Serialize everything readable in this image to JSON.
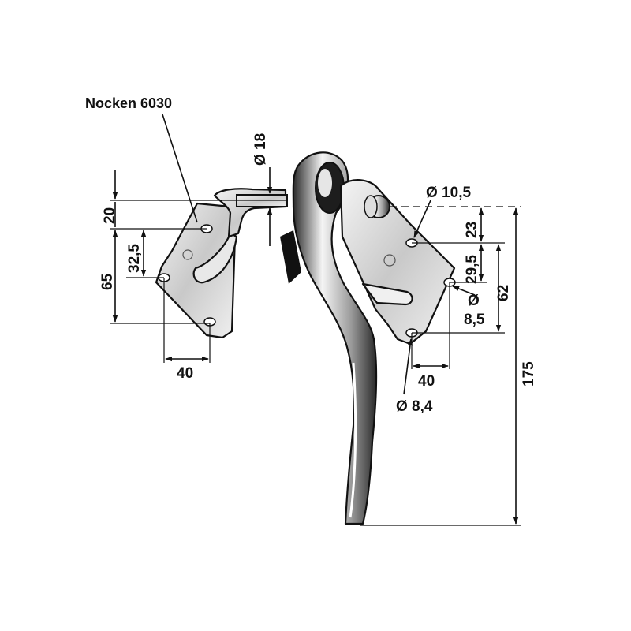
{
  "callout": {
    "label": "Nocken 6030"
  },
  "left_bracket": {
    "dim_height_total": "65",
    "dim_top_offset": "20",
    "dim_hole_pitch": "32,5",
    "dim_width": "40"
  },
  "rod": {
    "dim_diameter": "Ø 18"
  },
  "right_bracket": {
    "dim_top_hole_diameter": "Ø 10,5",
    "dim_top_offset": "23",
    "dim_hole_pitch": "29,5",
    "dim_hole_spacing": "62",
    "dim_side_hole_symbol": "Ø",
    "dim_side_hole_value": "8,5",
    "dim_width": "40",
    "dim_bottom_hole_diameter": "Ø 8,4"
  },
  "lever": {
    "dim_total_length": "175"
  }
}
